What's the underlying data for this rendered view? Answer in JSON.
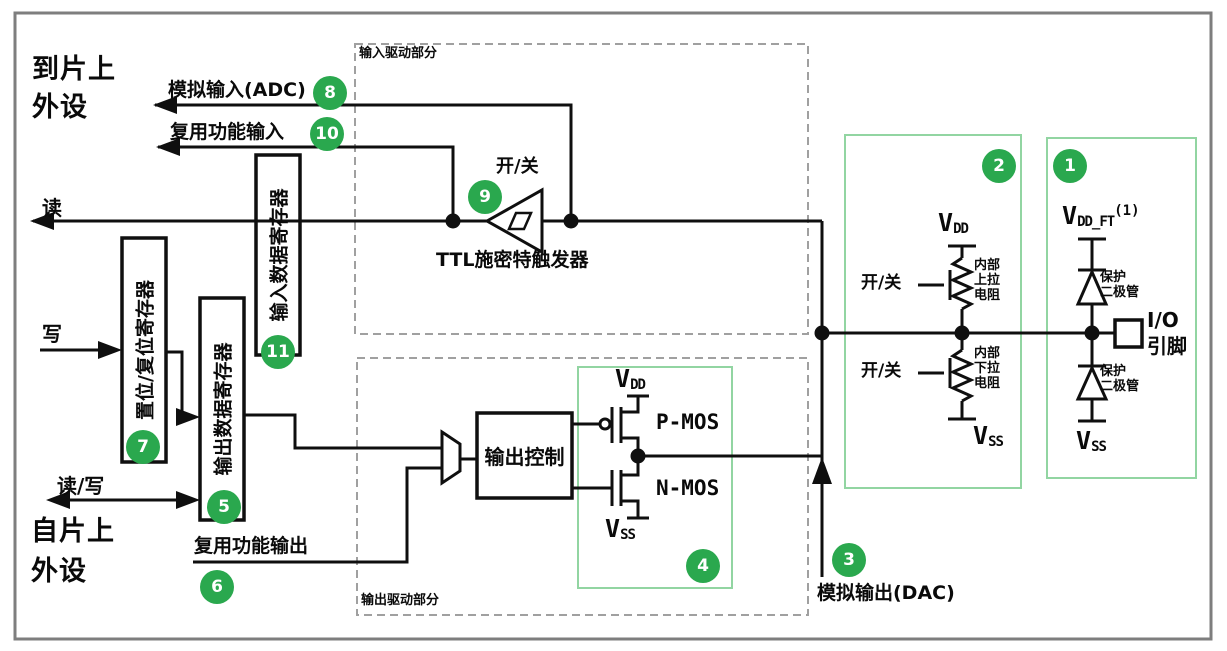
{
  "colors": {
    "marker_green": "#2aa84e",
    "group_box_green": "#92d5a2",
    "wire_black": "#0f0f0f",
    "dashed_gray": "#a0a0a0",
    "frame_gray": "#7e7e7e"
  },
  "frame": {
    "input_section_label": "输入驱动部分",
    "output_section_label": "输出驱动部分"
  },
  "peripheral_labels": {
    "to_chip_line1": "到片上",
    "to_chip_line2": "外设",
    "from_chip_line1": "自片上",
    "from_chip_line2": "外设"
  },
  "bus_labels": {
    "read": "读",
    "write": "写",
    "read_write": "读/写",
    "analog_input": "模拟输入(ADC)",
    "af_input": "复用功能输入",
    "af_output": "复用功能输出",
    "analog_output": "模拟输出(DAC)"
  },
  "registers": {
    "input_data": "输入数据寄存器",
    "set_reset": "置位/复位寄存器",
    "output_data": "输出数据寄存器"
  },
  "input_path": {
    "schmitt_switch": "开/关",
    "schmitt_name": "TTL施密特触发器"
  },
  "output_path": {
    "output_control": "输出控制",
    "pmos": "P-MOS",
    "nmos": "N-MOS"
  },
  "pull_network": {
    "pullup_switch": "开/关",
    "pulldown_switch": "开/关",
    "pullup_label": [
      "内部",
      "上拉",
      "电阻"
    ],
    "pulldown_label": [
      "内部",
      "下拉",
      "电阻"
    ]
  },
  "protection": {
    "diode_label": [
      "保护",
      "二极管"
    ],
    "io_pin": [
      "I/O",
      "引脚"
    ]
  },
  "voltages": {
    "vdd": {
      "base": "V",
      "sub": "DD"
    },
    "vss": {
      "base": "V",
      "sub": "SS"
    },
    "vdd_ft": {
      "base": "V",
      "sub": "DD_FT",
      "sup": "(1)"
    }
  },
  "markers": [
    "1",
    "2",
    "3",
    "4",
    "5",
    "6",
    "7",
    "8",
    "9",
    "10",
    "11"
  ]
}
